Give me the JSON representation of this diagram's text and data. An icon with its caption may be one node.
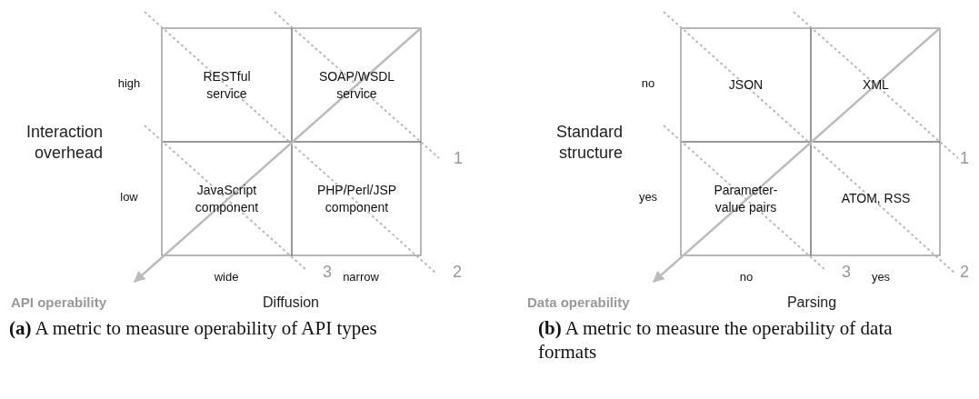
{
  "diagram": {
    "nodes": [
      {
        "text": [
          "RESTful service"
        ]
      },
      {
        "text": [
          "SOAP/WSDL service"
        ]
      },
      {
        "text": [
          "JavaScript component"
        ]
      },
      {
        "text": [
          "PHP/Perl/JSP component"
        ]
      },
      {
        "text": [
          "JSON"
        ]
      },
      {
        "text": [
          "XML"
        ]
      },
      {
        "text": [
          "Parameter-value pairs"
        ]
      },
      {
        "text": [
          "ATOM, RSS"
        ]
      }
    ],
    "labels": [
      "high",
      "Interaction overhead",
      "1",
      "low",
      "wide",
      "3",
      "narrow",
      "2",
      "API operability",
      "Diffusion",
      "no",
      "Standard structure",
      "1",
      "yes",
      "no",
      "3",
      "yes",
      "2",
      "Data operability",
      "Parsing",
      "**(a)** A metric to measure operability of API types",
      "**(b)** A metric to measure the operability of data formats"
    ]
  }
}
